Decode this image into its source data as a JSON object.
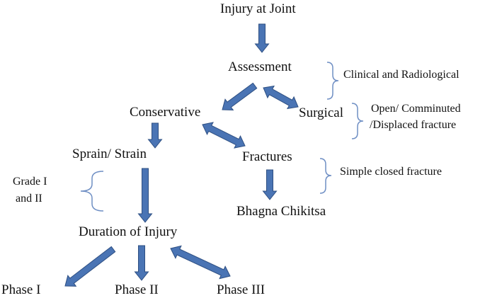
{
  "nodes": {
    "injury_at_joint": "Injury at Joint",
    "assessment": "Assessment",
    "conservative": "Conservative",
    "surgical": "Surgical",
    "sprain_strain": "Sprain/ Strain",
    "fractures": "Fractures",
    "bhagna_chikitsa": "Bhagna Chikitsa",
    "duration_of_injury": "Duration of Injury",
    "phase_1": "Phase I",
    "phase_2": "Phase II",
    "phase_3": "Phase III"
  },
  "annotations": {
    "clinical_radiological": "Clinical and Radiological",
    "open_comminuted_line1": "Open/ Comminuted",
    "open_comminuted_line2": "/Displaced fracture",
    "simple_closed": "Simple closed fracture",
    "grade_line1": "Grade I",
    "grade_line2": "and II"
  },
  "colors": {
    "arrow_fill": "#4a74b4",
    "arrow_stroke": "#2e4f82",
    "bracket": "#6f8fc4",
    "text": "#111111"
  }
}
